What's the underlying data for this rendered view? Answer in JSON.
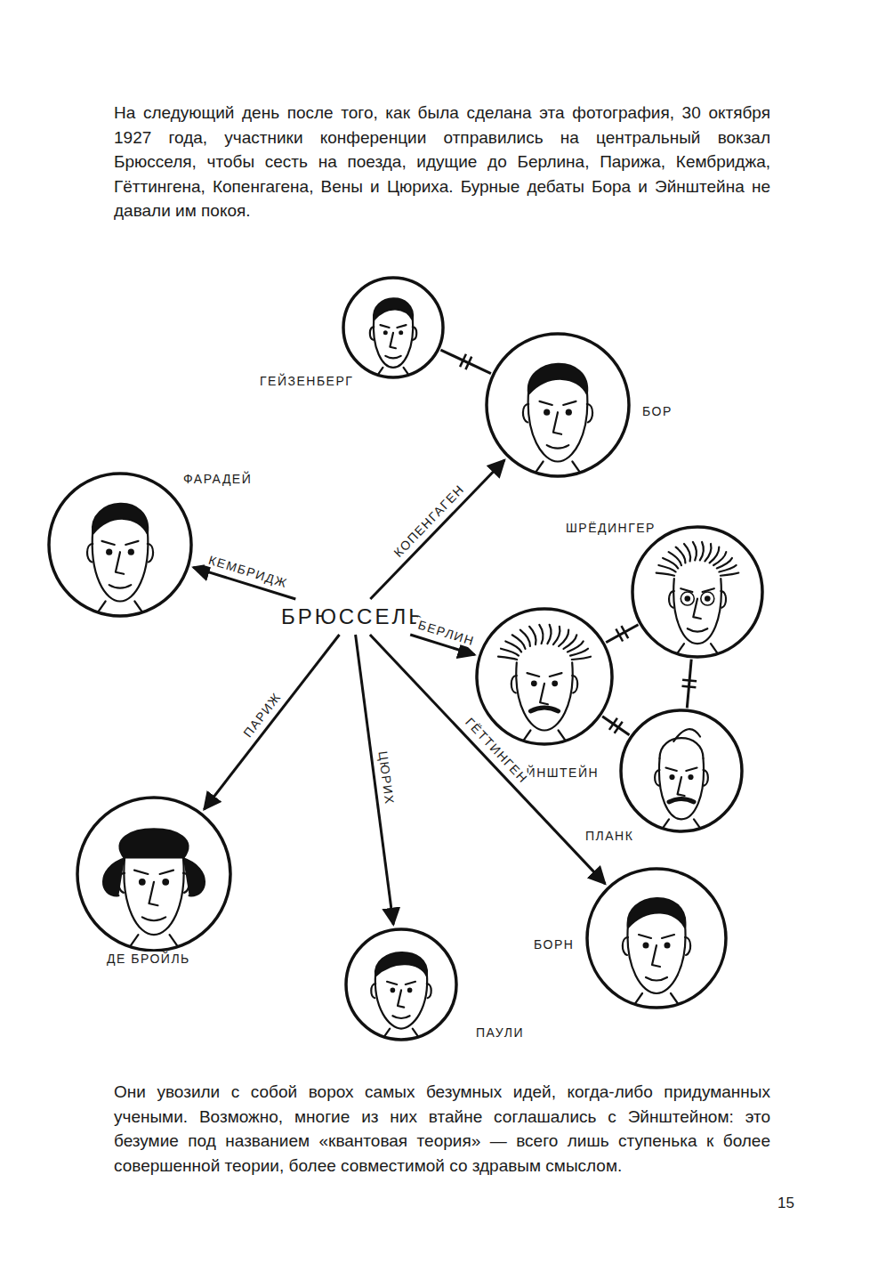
{
  "diagram": {
    "nodes": [
      {
        "text": [
          "ГЕЙЗЕНБЕРГ"
        ]
      },
      {
        "text": [
          "БОР"
        ]
      },
      {
        "text": [
          "ФАРАДЕЙ"
        ]
      },
      {
        "text": [
          "БРЮССЕЛЬ"
        ]
      },
      {
        "text": [
          "ШРЁДИНГЕР"
        ]
      },
      {
        "text": [
          "ЭЙНШТЕЙН"
        ]
      },
      {
        "text": [
          "ПЛАНК"
        ]
      },
      {
        "text": [
          "ДЕ БРОЙЛЬ"
        ]
      },
      {
        "text": [
          "ПАУЛИ"
        ]
      },
      {
        "text": [
          "БОРН"
        ]
      }
    ],
    "edges": [
      {
        "from": 3,
        "to": 1,
        "label": "КОПЕНГАГЕН",
        "arrow": "to"
      },
      {
        "from": 3,
        "to": 2,
        "label": "КЕМБРИДЖ",
        "arrow": "to"
      },
      {
        "from": 3,
        "to": 5,
        "label": "БЕРЛИН",
        "arrow": "to"
      },
      {
        "from": 3,
        "to": 7,
        "label": "ПАРИЖ",
        "arrow": "to"
      },
      {
        "from": 3,
        "to": 8,
        "label": "ЦЮРИХ",
        "arrow": "to"
      },
      {
        "from": 3,
        "to": 9,
        "label": "ГЁТТИНГЕН",
        "arrow": "to"
      },
      {
        "from": 0,
        "to": 1,
        "arrow": "none"
      },
      {
        "from": 5,
        "to": 4,
        "arrow": "none"
      },
      {
        "from": 5,
        "to": 6,
        "arrow": "none"
      },
      {
        "from": 4,
        "to": 6,
        "arrow": "none"
      }
    ],
    "labels": [
      "На следующий день после того, как была сделана эта фотография, 30 октября 1927 года, участники конференции отправились на центральный вокзал Брюсселя, чтобы сесть на поезда, идущие до Берлина, Парижа, Кембриджа, Гёттингена, Копенгагена, Вены и Цюриха. Бурные дебаты Бора и Эйнштейна не давали им покоя.",
      "Они увозили с собой ворох самых безумных идей, когда-либо придуманных учеными. Возможно, многие из них втайне соглашались с Эйнштейном: это безумие под названием «квантовая теория» — всего лишь ступенька к более совершенной теории, более совместимой со здравым смыслом.",
      "15"
    ]
  }
}
